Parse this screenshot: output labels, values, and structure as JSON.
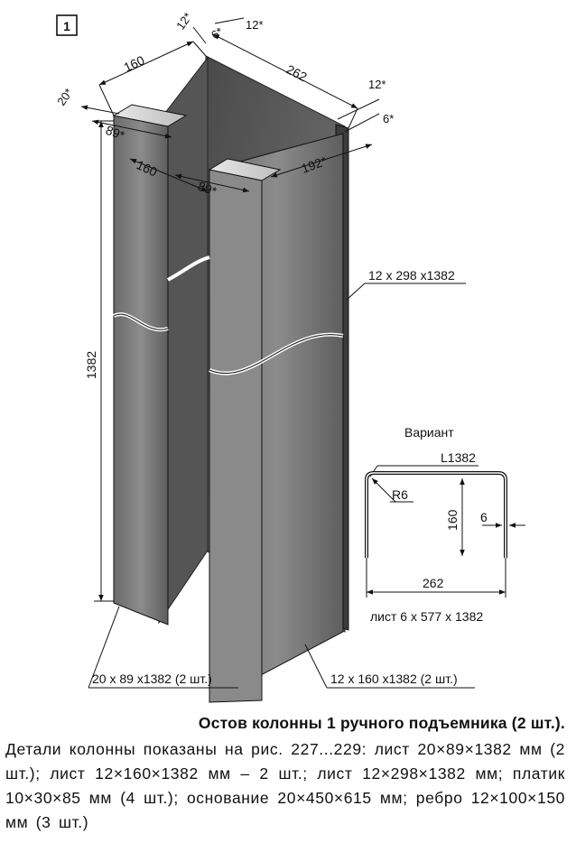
{
  "figure_number": "1",
  "dimensions": {
    "top_width": "160",
    "top_gap_left": "12*",
    "top_gap_mid": "6*",
    "top_gap_right": "12*",
    "top_length": "262",
    "right_gap_a": "12*",
    "right_gap_b": "6*",
    "left_top": "20*",
    "flange_depth": "89*",
    "inner_160": "160",
    "inner_89": "89*",
    "inner_192": "192*",
    "height": "1382"
  },
  "part_labels": {
    "side_sheet": "12 x 298 x1382",
    "flange_bars": "20 x 89 x1382 (2 шт.)",
    "web_plates": "12 x 160 x1382 (2 шт.)"
  },
  "variant": {
    "title": "Вариант",
    "length": "L1382",
    "radius": "R6",
    "height": "160",
    "thickness": "6",
    "width": "262",
    "sheet": "лист 6 x 577 x 1382"
  },
  "caption": {
    "title": "Остов колонны 1 ручного подъемника (2 шт.).",
    "body": "Детали колонны показаны на рис. 227...229: лист 20×89×1382 мм (2 шт.); лист 12×160×1382 мм – 2 шт.; лист 12×298×1382 мм; платик 10×30×85 мм (4 шт.); основание 20×450×615 мм; ребро 12×100×150 мм (3 шт.)"
  }
}
